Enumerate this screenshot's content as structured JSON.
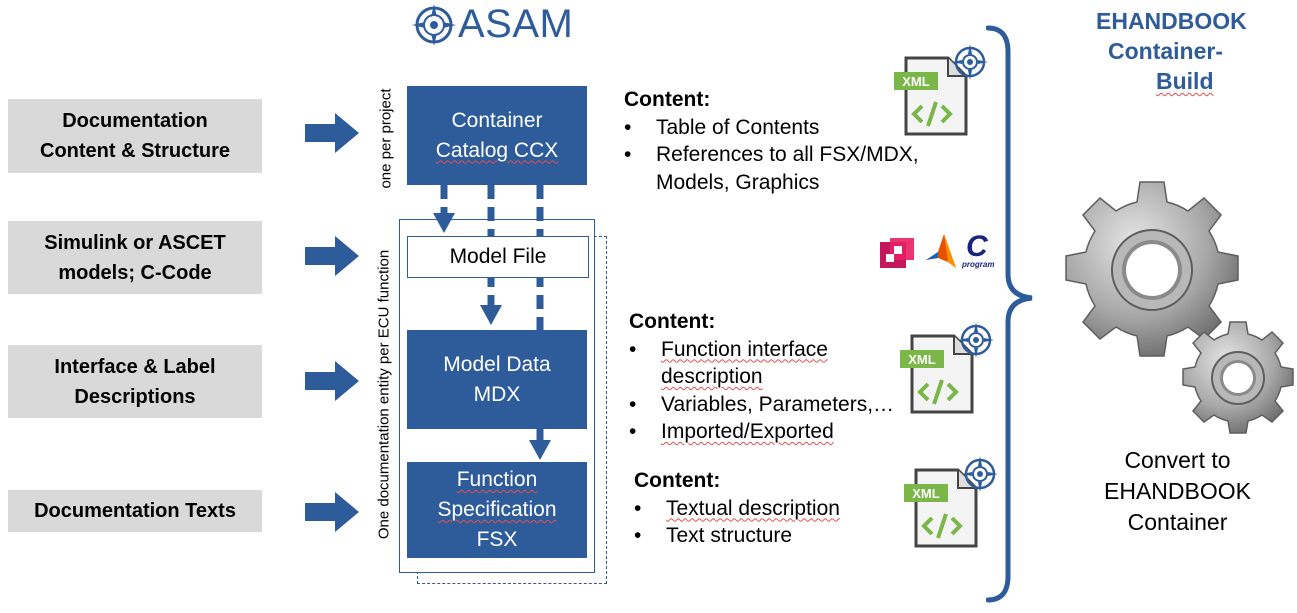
{
  "logo": {
    "text": "ASAM"
  },
  "inputs": [
    {
      "label": "Documentation Content & Structure",
      "line1": "Documentation",
      "line2": "Content & Structure"
    },
    {
      "label": "Simulink or ASCET models; C-Code",
      "line1": "Simulink or ASCET",
      "line2": "models; C-Code"
    },
    {
      "label": "Interface & Label Descriptions",
      "line1": "Interface & Label",
      "line2": "Descriptions"
    },
    {
      "label": "Documentation Texts",
      "line1": "Documentation Texts",
      "line2": ""
    }
  ],
  "catalog": {
    "line1": "Container",
    "line2": "Catalog CCX"
  },
  "model_file": "Model File",
  "model_data": {
    "line1": "Model Data",
    "line2": "MDX"
  },
  "function_spec": {
    "line1": "Function",
    "line2": "Specification",
    "line3": "FSX"
  },
  "vertical_labels": {
    "per_project": "one per project",
    "per_function": "One documentation entity per ECU function"
  },
  "contents": [
    {
      "heading": "Content:",
      "items": [
        "Table of Contents",
        "References to all FSX/MDX, Models, Graphics"
      ],
      "item2_line1": "References to all FSX/MDX,",
      "item2_line2": "Models, Graphics"
    },
    {
      "heading": "Content:",
      "items": [
        "Function interface description",
        "Variables, Parameters,…",
        "Imported/Exported"
      ],
      "item1_line1": "Function interface",
      "item1_line2": "description"
    },
    {
      "heading": "Content:",
      "items": [
        "Textual description",
        "Text structure"
      ]
    }
  ],
  "xml_icon_text": "XML",
  "tool_icons": {
    "c_program_letter": "C",
    "c_program_caption": "program"
  },
  "right_title": {
    "line1": "EHANDBOOK",
    "line2": "Container-",
    "line3": "Build"
  },
  "convert": {
    "line1": "Convert to",
    "line2": "EHANDBOOK",
    "line3": "Container"
  },
  "colors": {
    "blue": "#2e5c9a",
    "gray_box": "#d9d9d9",
    "xml_green": "#7ab648"
  }
}
